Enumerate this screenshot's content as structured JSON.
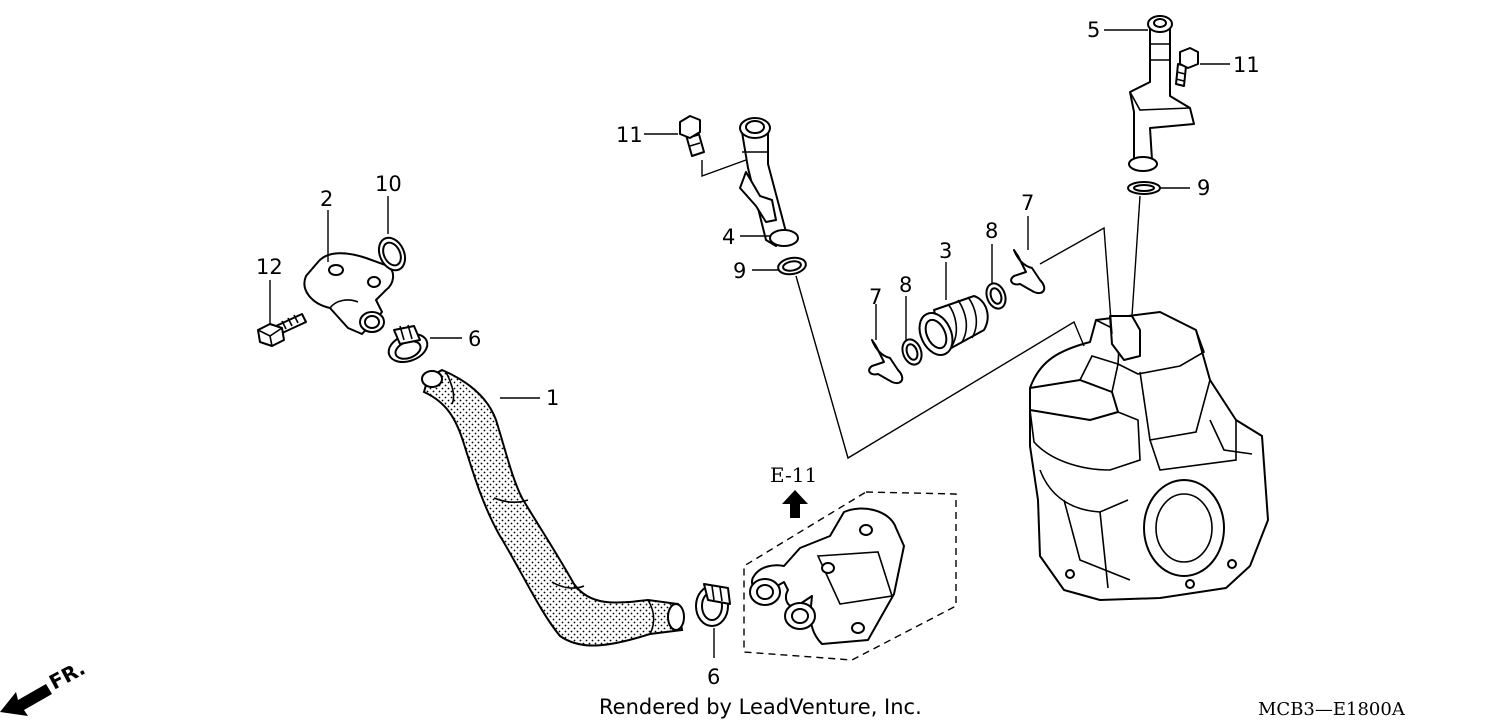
{
  "callouts": {
    "hose": "1",
    "joint": "2",
    "tube_seal": "3",
    "pipe_front": "4",
    "pipe_rear": "5",
    "clamp_upper": "6",
    "clamp_lower": "6",
    "clip_left": "7",
    "clip_right": "7",
    "oring_left": "8",
    "oring_right": "8",
    "oring_front": "9",
    "oring_rear": "9",
    "oring_joint": "10",
    "bolt_front": "11",
    "bolt_rear": "11",
    "bolt_joint": "12"
  },
  "reference": "E-11",
  "credit": "Rendered by LeadVenture, Inc.",
  "diagram_code": "MCB3—E1800A",
  "front_indicator": "FR.",
  "icons": [
    "front-direction-arrow-icon",
    "reference-arrow-icon"
  ]
}
